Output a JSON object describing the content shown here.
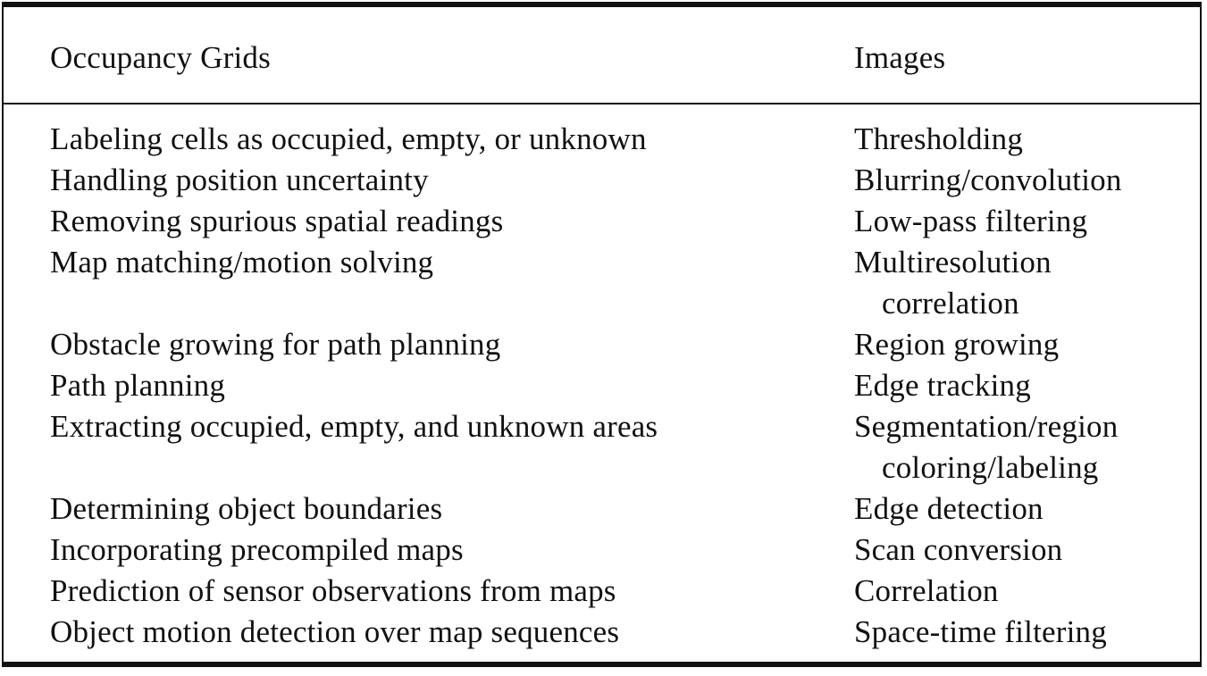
{
  "table": {
    "headers": [
      "Occupancy Grids",
      "Images"
    ],
    "rows": [
      {
        "left": "Labeling cells as occupied, empty, or unknown",
        "right": [
          "Thresholding"
        ]
      },
      {
        "left": "Handling position uncertainty",
        "right": [
          "Blurring/convolution"
        ]
      },
      {
        "left": "Removing spurious spatial readings",
        "right": [
          "Low-pass filtering"
        ]
      },
      {
        "left": "Map matching/motion solving",
        "right": [
          "Multiresolution",
          "correlation"
        ]
      },
      {
        "left": "Obstacle growing for path planning",
        "right": [
          "Region growing"
        ]
      },
      {
        "left": "Path planning",
        "right": [
          "Edge tracking"
        ]
      },
      {
        "left": "Extracting occupied, empty, and unknown areas",
        "right": [
          "Segmentation/region",
          "coloring/labeling"
        ]
      },
      {
        "left": "Determining object boundaries",
        "right": [
          "Edge detection"
        ]
      },
      {
        "left": "Incorporating precompiled maps",
        "right": [
          "Scan conversion"
        ]
      },
      {
        "left": "Prediction of sensor observations from  maps",
        "right": [
          "Correlation"
        ]
      },
      {
        "left": "Object motion detection over map sequences",
        "right": [
          "Space-time filtering"
        ]
      }
    ]
  }
}
